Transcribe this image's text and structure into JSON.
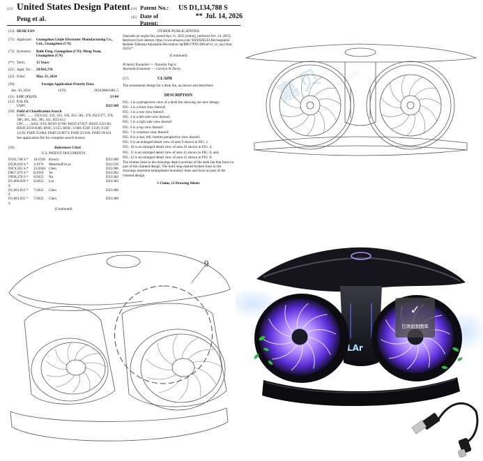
{
  "header": {
    "left_code_12": "(12)",
    "patent_type": "United States Design Patent",
    "inventor_short": "Peng et al.",
    "code_10": "(10)",
    "patent_no_label": "Patent No.:",
    "patent_no": "US D1,134,788 S",
    "code_45": "(45)",
    "date_label": "Date of Patent:",
    "date_stars": "**",
    "date": "Jul. 14, 2026"
  },
  "left_column": {
    "title": {
      "code": "(54)",
      "value": "DESK FAN"
    },
    "applicant": {
      "code": "(71)",
      "label": "Applicant:",
      "value": "Guangzhou Linjie Electronic Manufacturing Co., Ltd., Guangzhou (CN)"
    },
    "inventors": {
      "code": "(72)",
      "label": "Inventors:",
      "value": "Baile Peng, Guangzhou (CN); Meng Yuan, Guangzhou (CN)"
    },
    "term": {
      "code": "(**)",
      "label": "Term:",
      "value": "15 Years"
    },
    "appl_no": {
      "code": "(21)",
      "label": "Appl. No.:",
      "value": "29/943,739"
    },
    "filed": {
      "code": "(22)",
      "label": "Filed:",
      "value": "May 23, 2024"
    },
    "priority": {
      "code": "(30)",
      "label": "Foreign Application Priority Data",
      "date": "Jan. 30, 2024",
      "country": "(CN)",
      "number": "202430063401.5"
    },
    "loc": {
      "code": "(51)",
      "label": "LOC (15) Cl.",
      "value": "23-04"
    },
    "us_cl": {
      "code": "(52)",
      "label": "U.S. Cl.",
      "sub": "USPC",
      "value": "D23/380"
    },
    "field": {
      "code": "(58)",
      "label": "Field of Classification Search",
      "uspc": "USPC ........ D23/332, 333, 335, 336, 355–361, 370, D23/377, 378, 380, 381, 382, 385, 411, D23/412",
      "cpc": "CPC ...... A61L 9/16; B01D 47/00; B01D 47/027; B01D 2221/02; B01D 2259/4506; B03C 3/155; B03C 3/368; F24F 13/20; F24F 13/28; F04D 25/084; F04D 25/0673; F04D 25/166; F04D 29/424",
      "note": "See application file for complete search history."
    },
    "refs_cited": {
      "code": "(56)",
      "label": "References Cited",
      "sub": "U.S. PATENT DOCUMENTS",
      "rows": [
        [
          "D191,748 S",
          "*",
          "10/1930",
          "Kirsch",
          "D23/380"
        ],
        [
          "D230,618 S",
          "*",
          "3/1976",
          "Meterhoff et al.",
          "D12/239"
        ],
        [
          "D474,565 S",
          "*",
          "12/2004",
          "Chen",
          "D23/380"
        ],
        [
          "D857,076 S",
          "*",
          "8/2019",
          "Ye",
          "D23/382"
        ],
        [
          "D990,278 S",
          "*",
          "6/2023",
          "Xu",
          "D23/382"
        ],
        [
          "D1,000,658 S",
          "*",
          "6/2025",
          "Lin",
          "D23/382"
        ],
        [
          "D1,081,053 S",
          "*",
          "7/2025",
          "Chen",
          "D23/380"
        ],
        [
          "D1,081,055 S",
          "*",
          "7/2025",
          "Chen",
          "D23/380"
        ]
      ],
      "continued": "(Continued)"
    }
  },
  "right_column": {
    "other_pubs_label": "OTHER PUBLICATIONS",
    "other_pubs_text": "Shanzelei jet engine fan, posted Apr. 21, 2025 [online], [retrieved Oct. 24, 2025]. Retrieved from internet, https://www.amazon.com/ SHANZELEI-Rechargeable-Bedside-Tabletop-Adjustable-Decorative/ dp/B0F17PXV4M/ref=sr_ce_ssp (Year: 2025).*",
    "continued": "(Continued)",
    "primary_examiner": "Primary Examiner — Natasha Vujcic",
    "assistant_examiner": "Assistant Examiner — Carolyn W Davis",
    "claim_code": "(57)",
    "claim_label": "CLAIM",
    "claim_text": "The ornamental design for a desk fan, as shown and described.",
    "description_label": "DESCRIPTION",
    "description": [
      "FIG. 1 is a perspective view of a desk fan showing our new design.",
      "FIG. 2 is a front view thereof.",
      "FIG. 3 is a rear view thereof.",
      "FIG. 4 is a left side view thereof.",
      "FIG. 5 is a right side view thereof.",
      "FIG. 6 is a top view thereof.",
      "FIG. 7 is a bottom view thereof.",
      "FIG. 8 is a rear, left, bottom perspective view thereof.",
      "FIG. 9 is an enlarged detail view of area 9 shown in FIG. 1.",
      "FIG. 10 is an enlarged detail view of area 10 shown in FIG. 4.",
      "FIG. 11 is an enlarged detail view of area 11 shown in FIG. 6; and,",
      "FIG. 12 is an enlarged detail view of area 12 shown in FIG. 8.",
      "The broken lines in the drawings depict portions of the desk fan that form no part of the claimed design. The bold long-dashed broken lines in the drawings represent enlargement boundary lines and form no part of the claimed design."
    ],
    "claims_sheets": "1 Claim, 12 Drawing Sheets"
  },
  "figures": {
    "perspective_label": "9"
  },
  "watermark": {
    "main": "嘉贝",
    "sub": "www.sanbeip.com"
  },
  "photo": {
    "display_text": "LAr",
    "badge_text": "已添加到图库"
  }
}
